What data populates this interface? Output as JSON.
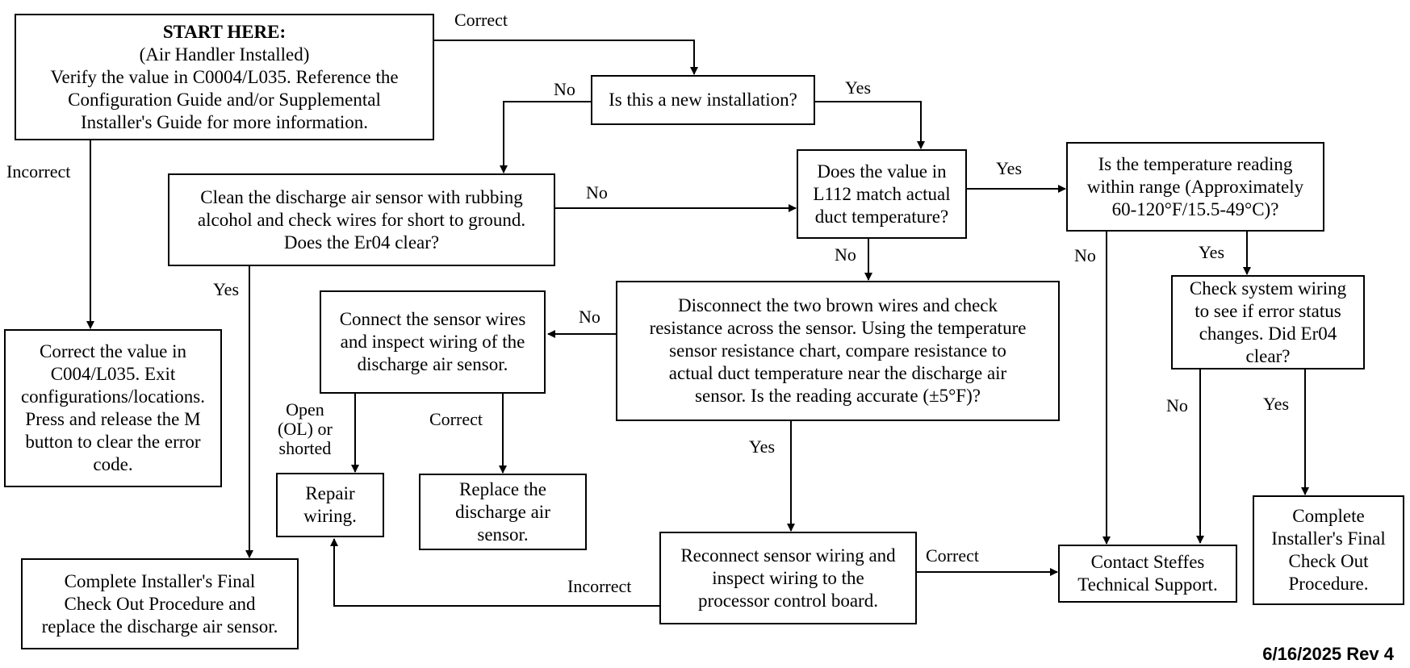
{
  "boxes": {
    "start": {
      "title": "START HERE:",
      "lines": [
        "(Air Handler Installed)",
        "Verify the value in C0004/L035. Reference the",
        "Configuration Guide and/or Supplemental",
        "Installer's Guide for more information."
      ]
    },
    "new_install": {
      "lines": [
        "Is this a new installation?"
      ]
    },
    "clean_sensor": {
      "lines": [
        "Clean the discharge air sensor with rubbing",
        "alcohol and check wires for short to ground.",
        "Does the Er04 clear?"
      ]
    },
    "l112_match": {
      "lines": [
        "Does the value in",
        "L112 match actual",
        "duct temperature?"
      ]
    },
    "temp_range": {
      "lines": [
        "Is the temperature reading",
        "within range (Approximately",
        "60-120°F/15.5-49°C)?"
      ]
    },
    "correct_value": {
      "lines": [
        "Correct the value in",
        "C004/L035. Exit",
        "configurations/locations.",
        "Press and release the M",
        "button to clear the error",
        "code."
      ]
    },
    "connect_sensor": {
      "lines": [
        "Connect the sensor wires",
        "and inspect wiring of the",
        "discharge air sensor."
      ]
    },
    "disconnect": {
      "lines": [
        "Disconnect the two brown wires and check",
        "resistance across the sensor. Using the temperature",
        "sensor resistance chart, compare resistance to",
        "actual duct temperature near the discharge air",
        "sensor. Is the reading accurate (±5°F)?"
      ]
    },
    "check_wiring": {
      "lines": [
        "Check system wiring",
        "to see if error status",
        "changes. Did Er04",
        "clear?"
      ]
    },
    "repair": {
      "lines": [
        "Repair",
        "wiring."
      ]
    },
    "replace": {
      "lines": [
        "Replace the",
        "discharge air",
        "sensor."
      ]
    },
    "complete_replace": {
      "lines": [
        "Complete Installer's Final",
        "Check Out Procedure and",
        "replace the discharge air sensor."
      ]
    },
    "reconnect": {
      "lines": [
        "Reconnect sensor wiring and",
        "inspect wiring to the",
        "processor control board."
      ]
    },
    "contact": {
      "lines": [
        "Contact Steffes",
        "Technical Support."
      ]
    },
    "complete_final": {
      "lines": [
        "Complete",
        "Installer's Final",
        "Check Out",
        "Procedure."
      ]
    }
  },
  "labels": {
    "start_correct": "Correct",
    "start_incorrect": "Incorrect",
    "newinstall_no": "No",
    "newinstall_yes": "Yes",
    "clean_no": "No",
    "clean_yes": "Yes",
    "l112_yes": "Yes",
    "l112_no": "No",
    "temp_no": "No",
    "temp_yes": "Yes",
    "disconnect_no": "No",
    "disconnect_yes": "Yes",
    "connect_open": [
      "Open",
      "(OL) or",
      "shorted"
    ],
    "connect_correct": "Correct",
    "check_no": "No",
    "check_yes": "Yes",
    "reconnect_incorrect": "Incorrect",
    "reconnect_correct": "Correct"
  },
  "footer": "6/16/2025 Rev 4"
}
